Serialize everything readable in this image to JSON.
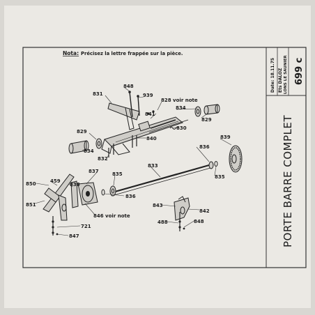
{
  "note": {
    "label": "Nota:",
    "text": "Précisez la lettre frappée sur la pièce."
  },
  "title_block": {
    "date": "Date: 18.11.75",
    "company": "Ets DALOZ",
    "city": "LONS LE SAUNIER",
    "plate_number": "699 c",
    "title": "PORTE BARRE COMPLET"
  },
  "parts": {
    "p848_top": "848",
    "p831": "831",
    "p939": "939",
    "p828": "828 voir note",
    "p834_top": "834",
    "p841": "841",
    "p829_right": "829",
    "p830": "830",
    "p829_left": "829",
    "p840": "840",
    "p839": "839",
    "p834_left": "834",
    "p832": "832",
    "p836_right": "836",
    "p837": "837",
    "p833": "833",
    "p835_mid": "835",
    "p835_right": "835",
    "p850": "850",
    "p459": "459",
    "p838": "838",
    "p836_mid": "836",
    "p851": "851",
    "p843": "843",
    "p842": "842",
    "p846": "846 voir note",
    "p488": "488",
    "p848_bottom": "848",
    "p721": "721",
    "p847": "847"
  }
}
